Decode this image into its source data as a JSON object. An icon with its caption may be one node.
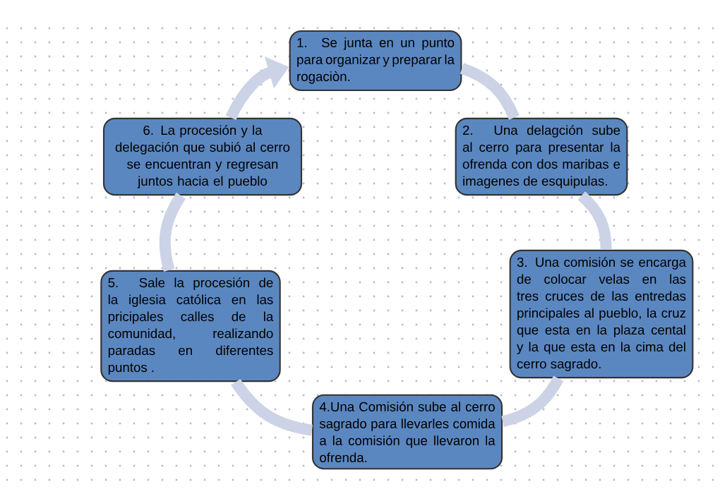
{
  "diagram": {
    "nodes": [
      {
        "text": [
          "1. Se junta en un punto para organizar y preparar la rogaciòn."
        ]
      },
      {
        "text": [
          "2. Una delagción sube al cerro para presentar la ofrenda con dos maribas e imagenes de esquipulas."
        ]
      },
      {
        "text": [
          "3. Una comisión se encarga de colocar velas en las tres cruces de las entredas principales al pueblo, la cruz que esta en la plaza cental y la que esta en la cima del cerro sagrado."
        ]
      },
      {
        "text": [
          "4.Una Comisión sube al cerro sagrado para llevarles comida a la comisión que llevaron la ofrenda."
        ]
      },
      {
        "text": [
          "5. Sale la procesión de la iglesia católica en las pricipales calles de la comunidad, realizando paradas en diferentes puntos ."
        ]
      },
      {
        "text": [
          "6. La procesión y la delegación que subió al cerro se encuentran y regresan juntos hacia el pueblo"
        ]
      }
    ],
    "edges": [
      {
        "from": 0,
        "to": 1,
        "arrow": "none"
      },
      {
        "from": 1,
        "to": 2,
        "arrow": "none"
      },
      {
        "from": 2,
        "to": 3,
        "arrow": "none"
      },
      {
        "from": 3,
        "to": 4,
        "arrow": "none"
      },
      {
        "from": 4,
        "to": 5,
        "arrow": "none"
      },
      {
        "from": 5,
        "to": 0,
        "arrow": "to"
      }
    ]
  }
}
